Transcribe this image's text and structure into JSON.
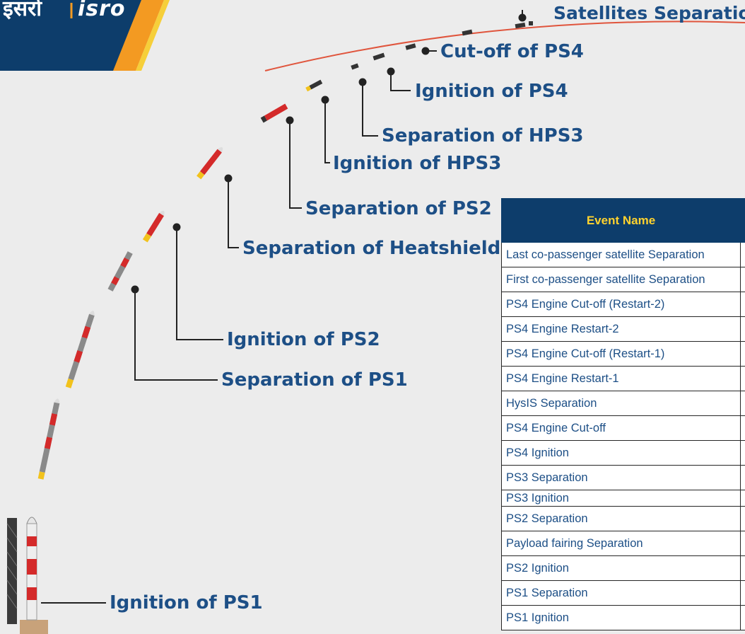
{
  "logo": {
    "hindi_text": "इसरो",
    "latin_text": "isro"
  },
  "labels": {
    "satellites_separation": "Satellites Separation",
    "cutoff_ps4": "Cut-off of PS4",
    "ignition_ps4": "Ignition of PS4",
    "separation_hps3": "Separation of HPS3",
    "ignition_hps3": "Ignition of HPS3",
    "separation_ps2": "Separation of PS2",
    "separation_heatshield": "Separation of Heatshield",
    "ignition_ps2": "Ignition of PS2",
    "separation_ps1": "Separation of PS1",
    "ignition_ps1": "Ignition of PS1"
  },
  "table": {
    "header": "Event Name",
    "rows": [
      "Last co-passenger satellite Separation",
      "First co-passenger satellite Separation",
      "PS4 Engine Cut-off (Restart-2)",
      "PS4 Engine Restart-2",
      "PS4 Engine Cut-off (Restart-1)",
      "PS4 Engine Restart-1",
      "HysIS Separation",
      "PS4 Engine Cut-off",
      "PS4 Ignition",
      "PS3 Separation",
      "PS3 Ignition",
      "PS2 Separation",
      "Payload fairing  Separation",
      "PS2 Ignition",
      "PS1 Separation",
      "PS1 Ignition"
    ]
  },
  "colors": {
    "label_blue": "#1d4f86",
    "table_header_bg": "#0d3d6b",
    "table_header_text": "#ffd22e",
    "trajectory": "#e0553d",
    "rocket_red": "#d42a2a",
    "exhaust": "#f2c21c",
    "logo_blue": "#0d3d6b",
    "logo_orange": "#f39a22"
  }
}
